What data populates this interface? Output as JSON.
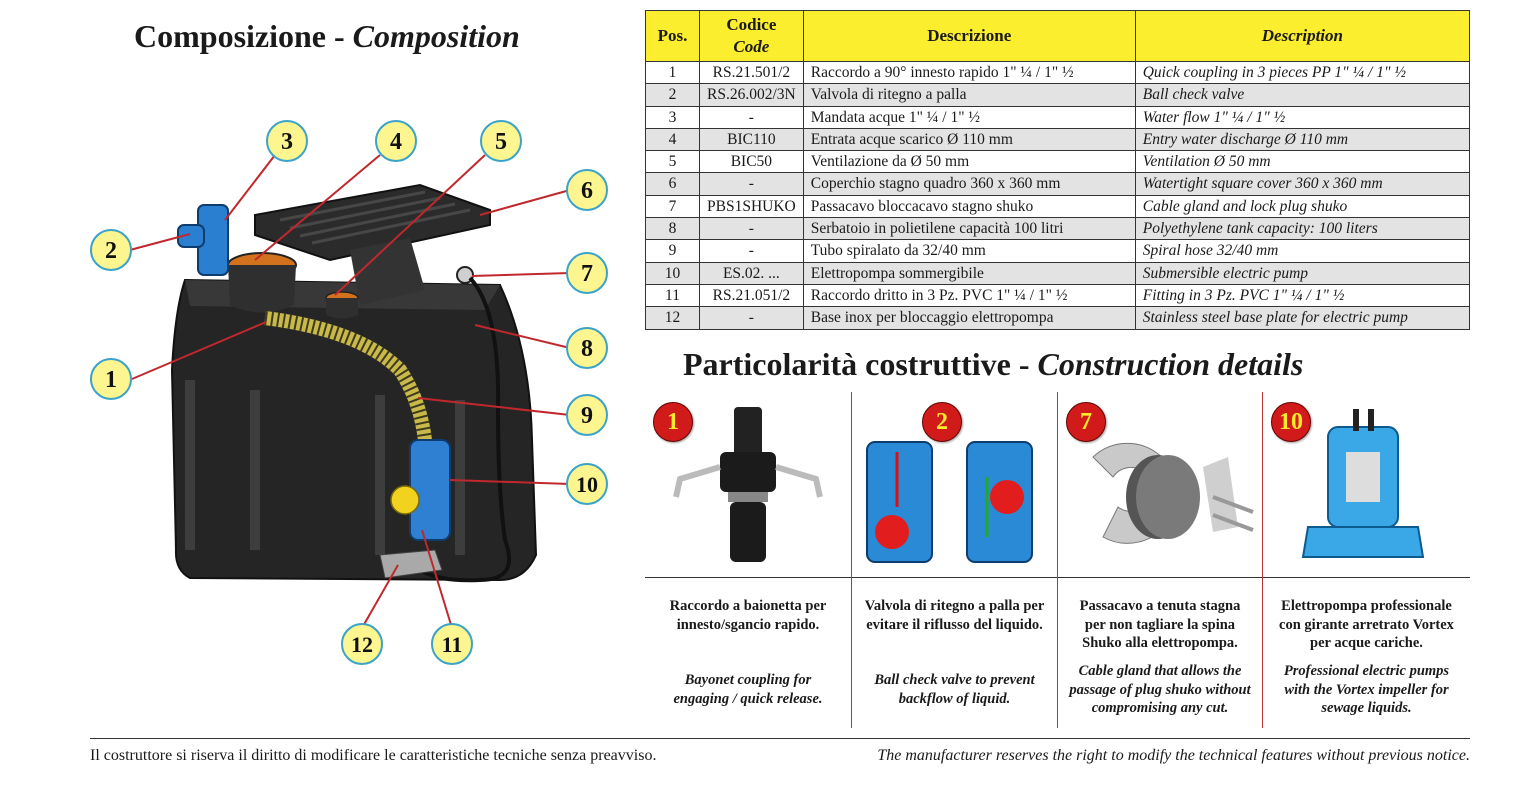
{
  "composition": {
    "title_it": "Composizione - ",
    "title_en": "Composition",
    "callouts": [
      "1",
      "2",
      "3",
      "4",
      "5",
      "6",
      "7",
      "8",
      "9",
      "10",
      "11",
      "12"
    ]
  },
  "table": {
    "headers": {
      "pos": "Pos.",
      "code_it": "Codice",
      "code_en": "Code",
      "desc_it": "Descrizione",
      "desc_en": "Description"
    },
    "rows": [
      {
        "pos": "1",
        "code": "RS.21.501/2",
        "it": "Raccordo a 90° innesto rapido 1\" ¼ / 1\" ½",
        "en": "Quick coupling in 3 pieces PP 1\" ¼ / 1\" ½"
      },
      {
        "pos": "2",
        "code": "RS.26.002/3N",
        "it": "Valvola di ritegno a palla",
        "en": "Ball check valve"
      },
      {
        "pos": "3",
        "code": "-",
        "it": "Mandata acque 1\" ¼ / 1\" ½",
        "en": "Water flow 1\" ¼ / 1\" ½"
      },
      {
        "pos": "4",
        "code": "BIC110",
        "it": "Entrata acque scarico  Ø 110 mm",
        "en": "Entry water discharge Ø 110 mm"
      },
      {
        "pos": "5",
        "code": "BIC50",
        "it": "Ventilazione da Ø 50 mm",
        "en": "Ventilation Ø 50 mm"
      },
      {
        "pos": "6",
        "code": "-",
        "it": "Coperchio stagno quadro 360 x 360 mm",
        "en": "Watertight square cover 360 x 360 mm"
      },
      {
        "pos": "7",
        "code": "PBS1SHUKO",
        "it": "Passacavo bloccacavo stagno shuko",
        "en": "Cable gland and lock plug shuko"
      },
      {
        "pos": "8",
        "code": "-",
        "it": "Serbatoio in polietilene capacità 100 litri",
        "en": "Polyethylene tank capacity: 100 liters"
      },
      {
        "pos": "9",
        "code": "-",
        "it": "Tubo spiralato da 32/40 mm",
        "en": "Spiral hose 32/40 mm"
      },
      {
        "pos": "10",
        "code": "ES.02. ...",
        "it": "Elettropompa sommergibile",
        "en": "Submersible electric pump"
      },
      {
        "pos": "11",
        "code": "RS.21.051/2",
        "it": "Raccordo dritto in 3 Pz. PVC 1\" ¼ / 1\" ½",
        "en": "Fitting in 3 Pz. PVC 1\" ¼ / 1\" ½"
      },
      {
        "pos": "12",
        "code": "-",
        "it": "Base inox per bloccaggio elettropompa",
        "en": "Stainless steel base plate for electric pump"
      }
    ]
  },
  "details": {
    "title_it": "Particolarità costruttive - ",
    "title_en": "Construction details",
    "items": [
      {
        "badge": "1",
        "it": [
          "Raccordo a baionetta per",
          "innesto/sgancio rapido."
        ],
        "en": [
          "Bayonet coupling for",
          "engaging / quick release."
        ],
        "icon": "bayonet-coupling"
      },
      {
        "badge": "2",
        "it": [
          "Valvola di ritegno a palla per",
          "evitare il riflusso del liquido."
        ],
        "en": [
          "Ball check valve to prevent",
          "backflow of liquid."
        ],
        "icon": "ball-check-valve"
      },
      {
        "badge": "7",
        "it": [
          "Passacavo a tenuta stagna",
          "per non tagliare la spina",
          "Shuko alla elettropompa."
        ],
        "en": [
          "Cable gland that allows the",
          "passage of plug shuko without",
          "compromising any cut."
        ],
        "icon": "cable-gland"
      },
      {
        "badge": "10",
        "it": [
          "Elettropompa professionale",
          "con girante arretrato Vortex",
          "per acque cariche."
        ],
        "en": [
          "Professional electric pumps",
          "with the Vortex impeller for",
          "sewage liquids."
        ],
        "icon": "vortex-pump"
      }
    ]
  },
  "footer": {
    "it": "Il costruttore si riserva il diritto di modificare le caratteristiche tecniche senza preavviso.",
    "en": "The manufacturer reserves the right to modify the technical features without previous notice."
  },
  "colors": {
    "callout_fill": "#fdf58f",
    "callout_border": "#3aa3c9",
    "leader_line": "#c0282d",
    "badge_fill": "#d11b1b",
    "badge_text": "#ffea2a",
    "header_fill": "#fbee2e"
  }
}
